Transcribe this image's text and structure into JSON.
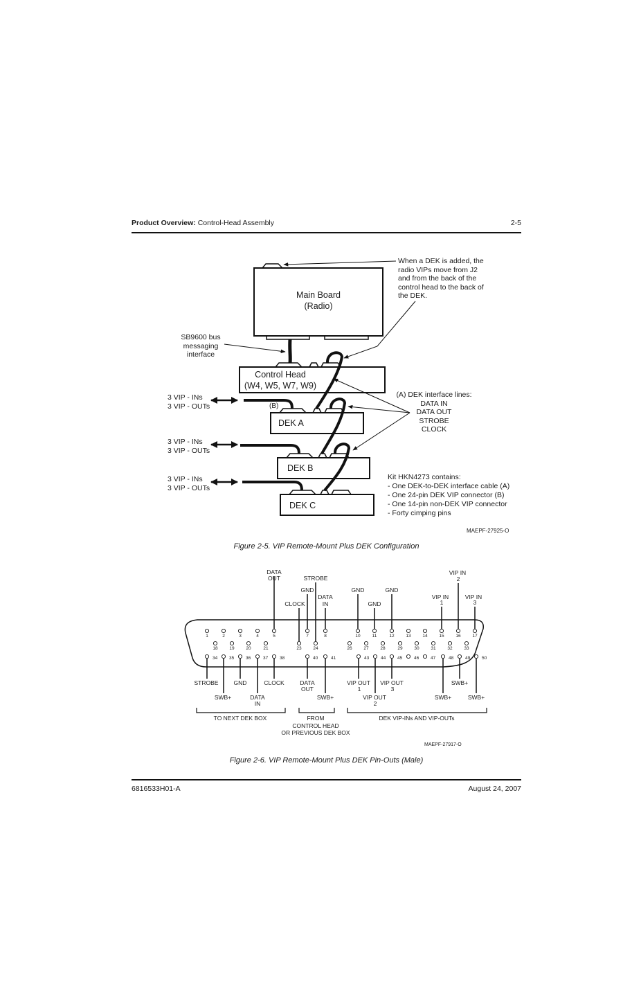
{
  "header": {
    "section_bold": "Product Overview:",
    "section_rest": " Control-Head Assembly",
    "page_number": "2-5"
  },
  "figure1": {
    "caption": "Figure 2-5.  VIP Remote-Mount Plus DEK Configuration",
    "main_board": [
      "Main Board",
      "(Radio)"
    ],
    "control_head": [
      "Control Head",
      "(W4, W5, W7, W9)"
    ],
    "dek_a": "DEK A",
    "dek_b": "DEK B",
    "dek_c": "DEK C",
    "note_top": [
      "When a DEK is added, the",
      "radio VIPs move from  J2",
      "and from the back of the",
      "control head to the back of",
      "the DEK."
    ],
    "sb9600": [
      "SB9600 bus",
      "messaging",
      "interface"
    ],
    "vip_label": [
      "3 VIP - INs",
      "3 VIP - OUTs"
    ],
    "b_label": "(B)",
    "dek_lines": [
      "(A) DEK interface lines:",
      "DATA IN",
      "DATA OUT",
      "STROBE",
      "CLOCK"
    ],
    "kit": [
      "Kit HKN4273 contains:",
      "- One DEK-to-DEK interface cable (A)",
      "- One 24-pin DEK VIP connector (B)",
      "- One 14-pin non-DEK VIP connector",
      "- Forty cimping pins"
    ],
    "code": "MAEPF-27925-O"
  },
  "figure2": {
    "caption": "Figure 2-6.  VIP Remote-Mount Plus DEK Pin-Outs (Male)",
    "row1": [
      "1",
      "2",
      "3",
      "4",
      "5",
      "7",
      "8",
      "10",
      "11",
      "12",
      "13",
      "14",
      "15",
      "16",
      "17"
    ],
    "row2": [
      "18",
      "19",
      "20",
      "21",
      "23",
      "24",
      "26",
      "27",
      "28",
      "29",
      "30",
      "31",
      "32",
      "33"
    ],
    "row3": [
      "34",
      "35",
      "36",
      "37",
      "38",
      "40",
      "41",
      "43",
      "44",
      "45",
      "46",
      "47",
      "48",
      "49",
      "50"
    ],
    "top_labels": {
      "data_out": [
        "DATA",
        "OUT"
      ],
      "strobe": "STROBE",
      "gnd7": "GND",
      "data_in": [
        "DATA",
        "IN"
      ],
      "clock": "CLOCK",
      "gnd10": "GND",
      "gnd11": "GND",
      "gnd12": "GND",
      "vip_in1": [
        "VIP IN",
        "1"
      ],
      "vip_in2": [
        "VIP IN",
        "2"
      ],
      "vip_in3": [
        "VIP IN",
        "3"
      ]
    },
    "bottom_labels": {
      "strobe": "STROBE",
      "swb35": "SWB+",
      "gnd": "GND",
      "data_in": [
        "DATA",
        "IN"
      ],
      "clock": "CLOCK",
      "data_out": [
        "DATA",
        "OUT"
      ],
      "swb41": "SWB+",
      "vip_out1": [
        "VIP OUT",
        "1"
      ],
      "vip_out2": [
        "VIP OUT",
        "2"
      ],
      "vip_out3": [
        "VIP OUT",
        "3"
      ],
      "swb48": "SWB+",
      "swb49": "SWB+",
      "swb50": "SWB+"
    },
    "groups": {
      "next": "TO NEXT DEK BOX",
      "from": [
        "FROM",
        "CONTROL HEAD",
        "OR PREVIOUS DEK BOX"
      ],
      "vip": "DEK VIP-INs AND VIP-OUTs"
    },
    "code": "MAEPF-27917-O"
  },
  "footer": {
    "doc_number": "6816533H01-A",
    "date": "August 24, 2007"
  }
}
